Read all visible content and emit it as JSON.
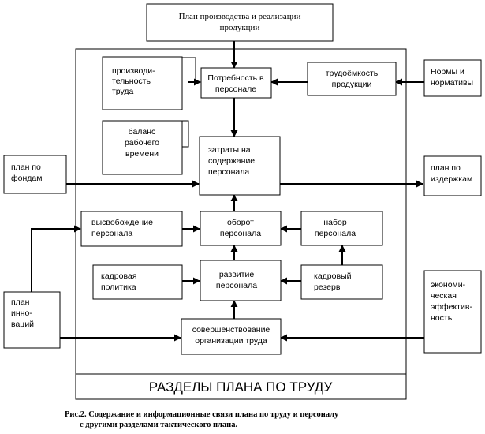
{
  "nodes": {
    "plan_production": [
      "План производства и реализации",
      "продукции"
    ],
    "productivity": [
      "производи-",
      "тельность",
      "труда"
    ],
    "balance": [
      "баланс",
      "рабочего",
      "времени"
    ],
    "need": [
      "Потребность в",
      "персонале"
    ],
    "labor_intensity": [
      "трудоёмкость",
      "продукции"
    ],
    "norms": [
      "Нормы и",
      "нормативы"
    ],
    "plan_funds": [
      "план по",
      "фондам"
    ],
    "costs": [
      "затраты на",
      "содержание",
      "персонала"
    ],
    "plan_costs": [
      "план по",
      "издержкам"
    ],
    "release": [
      "высвобождение",
      "персонала"
    ],
    "turnover": [
      "оборот",
      "персонала"
    ],
    "hiring": [
      "набор",
      "персонала"
    ],
    "hr_policy": [
      "кадровая",
      "политика"
    ],
    "development": [
      "развитие",
      "персонала"
    ],
    "reserve": [
      "кадровый",
      "резерв"
    ],
    "plan_innovation": [
      "план",
      "инно-",
      "ваций"
    ],
    "econ_efficiency": [
      "экономи-",
      "ческая",
      "эффектив-",
      "ность"
    ],
    "labor_org": [
      "совершенствование",
      "организации труда"
    ]
  },
  "footer_title": "РАЗДЕЛЫ ПЛАНА ПО ТРУДУ",
  "caption": {
    "line1": "Рис.2. Содержание и информационные связи плана по труду и персоналу",
    "line2": "с другими разделами тактического плана."
  }
}
